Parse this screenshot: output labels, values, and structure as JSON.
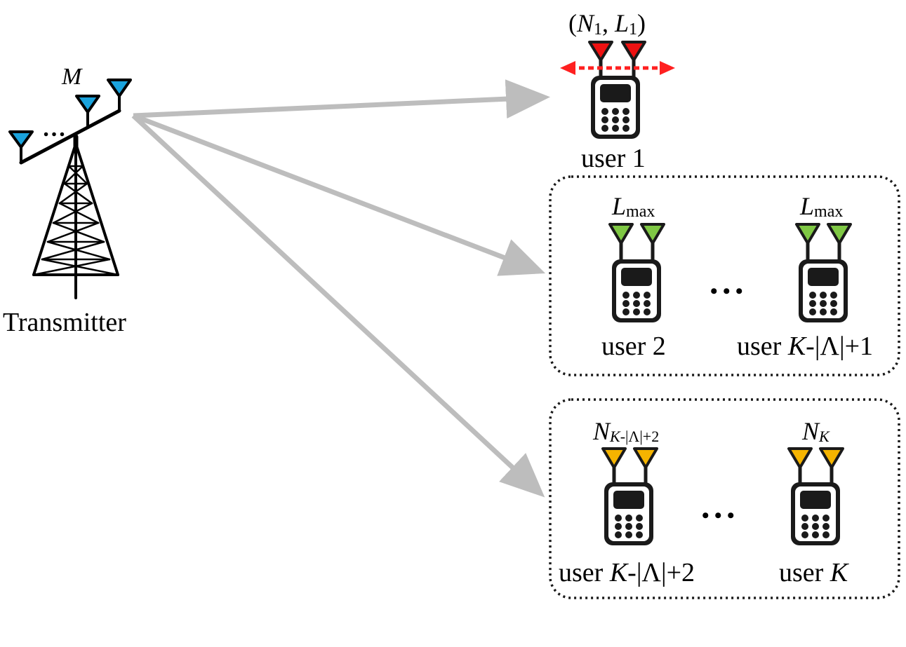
{
  "transmitter": {
    "label": "Transmitter",
    "antenna_label": "M",
    "dots": "…"
  },
  "user1": {
    "label_open": "(",
    "label_n": "N",
    "label_n_sub": "1",
    "label_sep": ", ",
    "label_l": "L",
    "label_l_sub": "1",
    "label_close": ")",
    "name": "user 1",
    "antenna_color": "#ee1111",
    "arrow_color": "#ff2020"
  },
  "group2": {
    "left_param": "L",
    "left_param_sub": "max",
    "right_param": "L",
    "right_param_sub": "max",
    "left_user": "user 2",
    "right_user_prefix": "user ",
    "right_user_k": "K",
    "right_user_suffix": "-|Λ|+1",
    "dots": "• • •",
    "antenna_color": "#7fc844"
  },
  "group3": {
    "left_param": "N",
    "left_param_sub_k": "K",
    "left_param_sub_rest": "-|Λ|+2",
    "right_param": "N",
    "right_param_sub": "K",
    "left_user_prefix": "user ",
    "left_user_k": "K",
    "left_user_suffix": "-|Λ|+2",
    "right_user_prefix": "user ",
    "right_user_k": "K",
    "dots": "• • •",
    "antenna_color": "#f5b400"
  },
  "colors": {
    "link_arrows": "#bdbdbd",
    "tx_antennas": "#1aa3dd",
    "group_border": "#000000"
  }
}
